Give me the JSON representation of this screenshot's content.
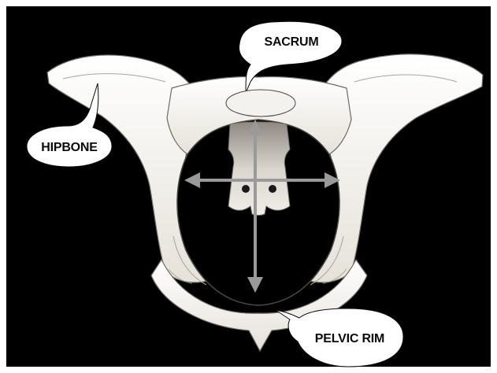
{
  "diagram": {
    "subject": "pelvis",
    "colors": {
      "background": "#000000",
      "bone": "#f4f2ee",
      "bone_shadow": "#b9b4ab",
      "bone_line": "#6f6a62",
      "arrow": "#9a9a9a",
      "callout_fill": "#ffffff",
      "callout_text": "#0a0a0a"
    },
    "labels": {
      "sacrum": "SACRUM",
      "hipbone": "HIPBONE",
      "pelvic_rim": "PELVIC RIM"
    },
    "arrows": {
      "style": "double-headed",
      "directions": [
        "vertical",
        "horizontal"
      ]
    }
  }
}
